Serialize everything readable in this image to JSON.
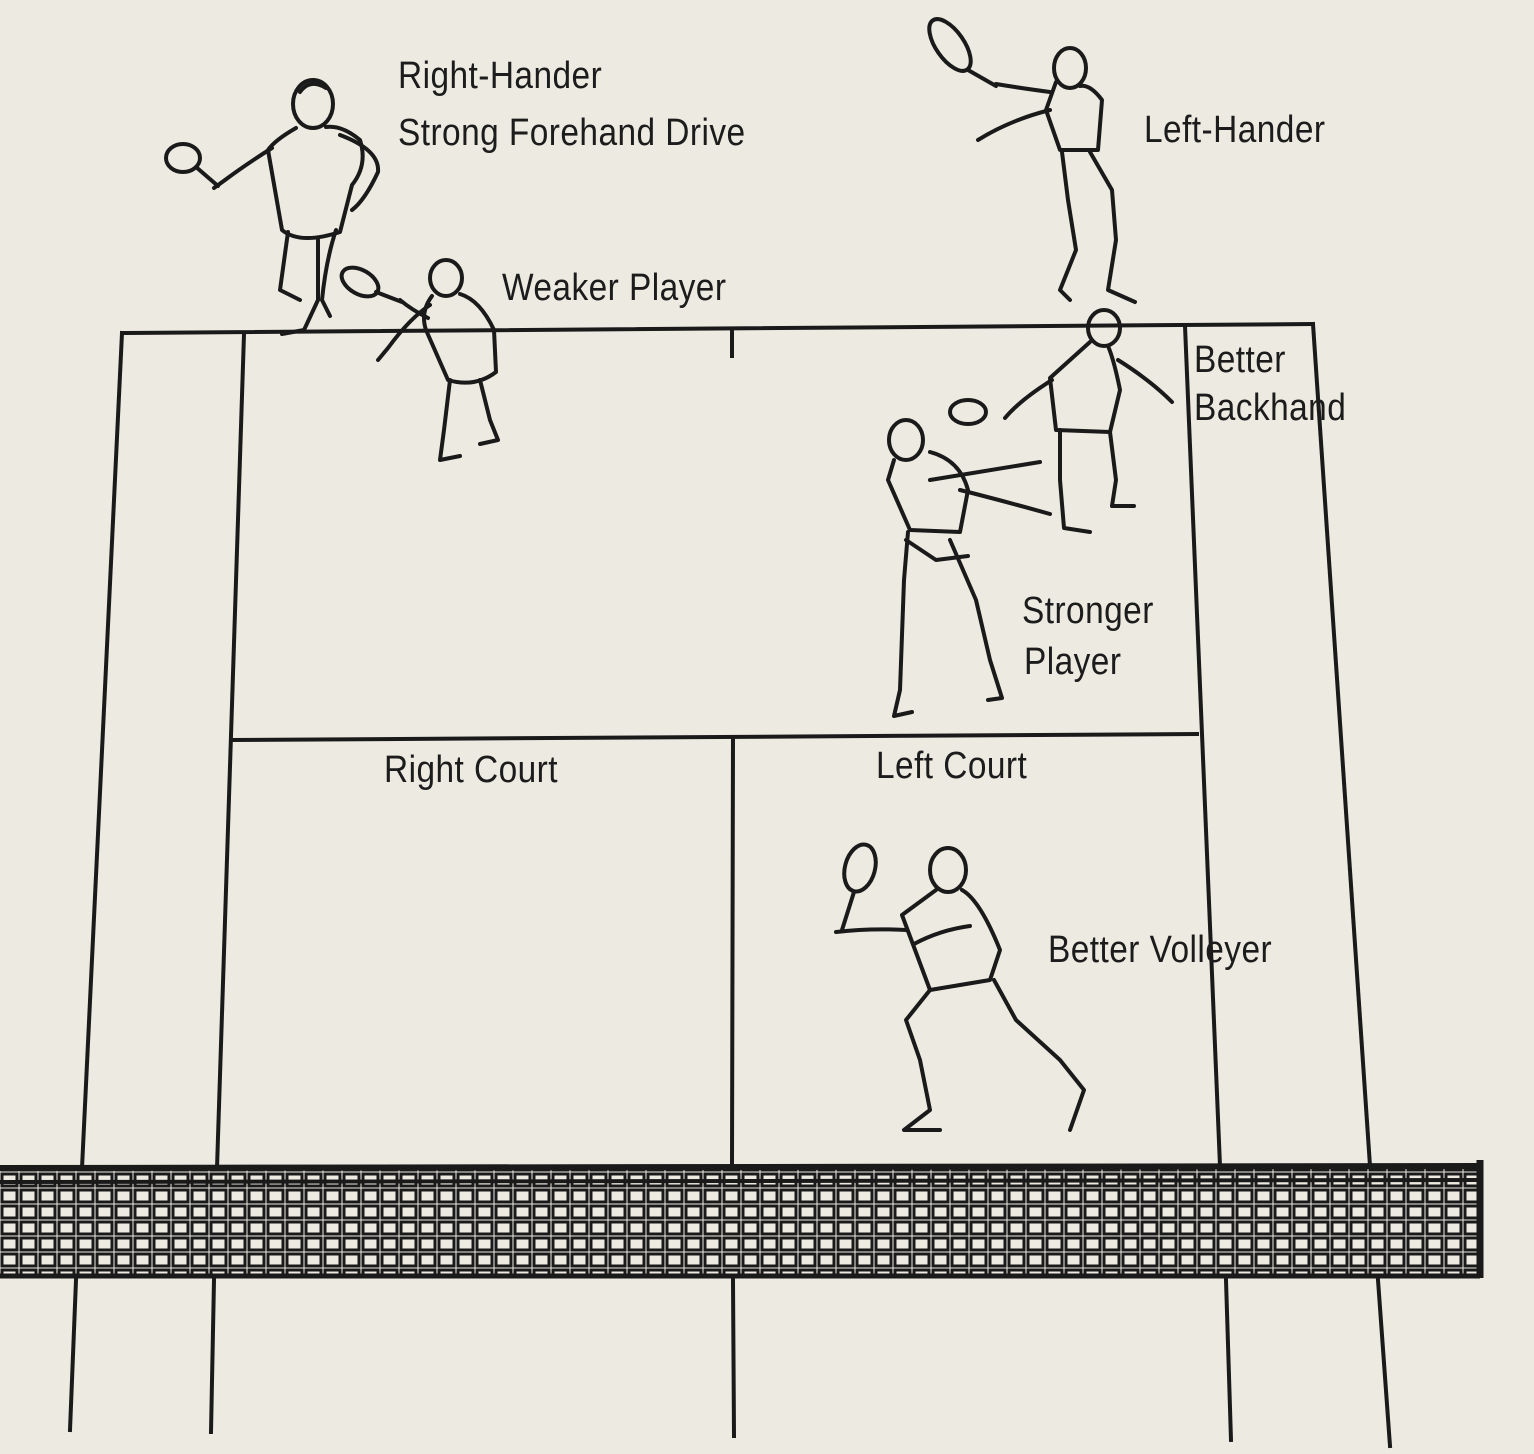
{
  "labels": {
    "right_hander_line1": "Right-Hander",
    "right_hander_line2": "Strong Forehand Drive",
    "weaker_player": "Weaker Player",
    "left_hander": "Left-Hander",
    "better_backhand_line1": "Better",
    "better_backhand_line2": "Backhand",
    "stronger_player_line1": "Stronger",
    "stronger_player_line2": "Player",
    "right_court": "Right Court",
    "left_court": "Left Court",
    "better_volleyer": "Better Volleyer"
  },
  "colors": {
    "background": "#eceae1",
    "ink": "#1a1a1a"
  }
}
